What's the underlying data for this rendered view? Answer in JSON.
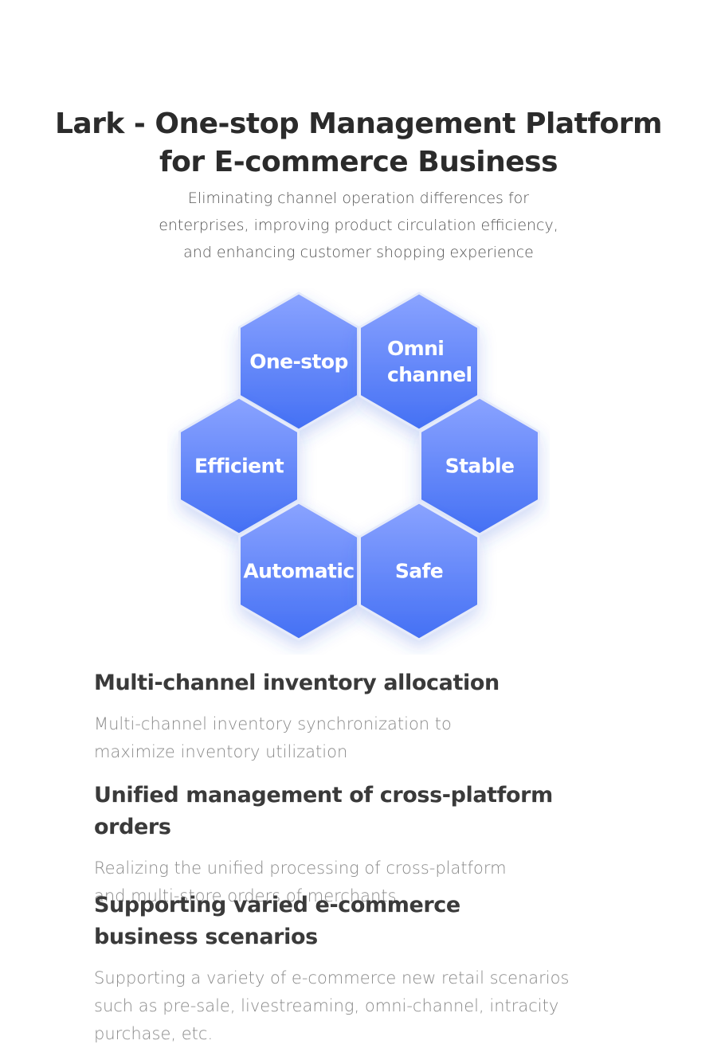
{
  "header": {
    "title_lines": [
      "Lark - One-stop Management Platform",
      "for E-commerce Business"
    ],
    "subtitle_lines": [
      "Eliminating channel operation differences for",
      "enterprises, improving product circulation efficiency,",
      "and enhancing customer shopping experience"
    ]
  },
  "hexagons": {
    "colors": {
      "top": "#8aa3ff",
      "bottom": "#4470f4",
      "edge": "#e6ebfa"
    },
    "items": [
      {
        "lines": [
          "One-stop"
        ]
      },
      {
        "lines": [
          "Omni",
          "channel"
        ]
      },
      {
        "lines": [
          "Efficient"
        ]
      },
      {
        "lines": [
          "Stable"
        ]
      },
      {
        "lines": [
          "Automatic"
        ]
      },
      {
        "lines": [
          "Safe"
        ]
      }
    ]
  },
  "features": [
    {
      "title_lines": [
        "Multi-channel inventory allocation"
      ],
      "desc_lines": [
        "Multi-channel inventory synchronization to",
        "maximize inventory utilization"
      ]
    },
    {
      "title_lines": [
        "Unified management of cross-platform orders"
      ],
      "desc_lines": [
        "Realizing the unified processing of cross-platform",
        "and multi-store orders of merchants"
      ]
    },
    {
      "title_lines": [
        "Supporting varied e-commerce",
        "business scenarios"
      ],
      "desc_lines": [
        "Supporting a variety of e-commerce new retail scenarios",
        "such as pre-sale, livestreaming, omni-channel, intracity",
        "purchase, etc."
      ]
    }
  ]
}
